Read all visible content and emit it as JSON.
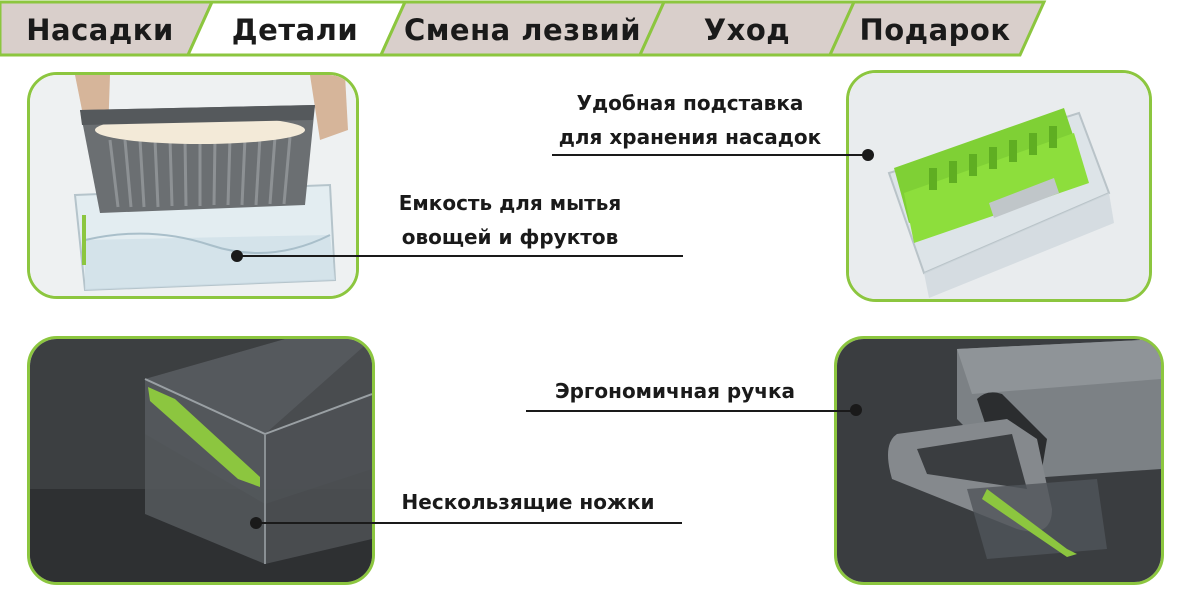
{
  "tabs": [
    {
      "label": "Насадки",
      "active": false
    },
    {
      "label": "Детали",
      "active": true
    },
    {
      "label": "Смена лезвий",
      "active": false
    },
    {
      "label": "Уход",
      "active": false
    },
    {
      "label": "Подарок",
      "active": false
    }
  ],
  "callouts": {
    "washing_container": {
      "line1": "Емкость для мытья",
      "line2": "овощей и фруктов"
    },
    "storage_stand": {
      "line1": "Удобная подставка",
      "line2": "для хранения насадок"
    },
    "non_slip_feet": {
      "line1": "Нескользящие ножки"
    },
    "ergonomic_handle": {
      "line1": "Эргономичная ручка"
    }
  },
  "colors": {
    "accent_green": "#8cc63f",
    "tab_inactive": "#d9cfcb",
    "tab_active": "#ffffff",
    "text": "#1a1a1a"
  }
}
